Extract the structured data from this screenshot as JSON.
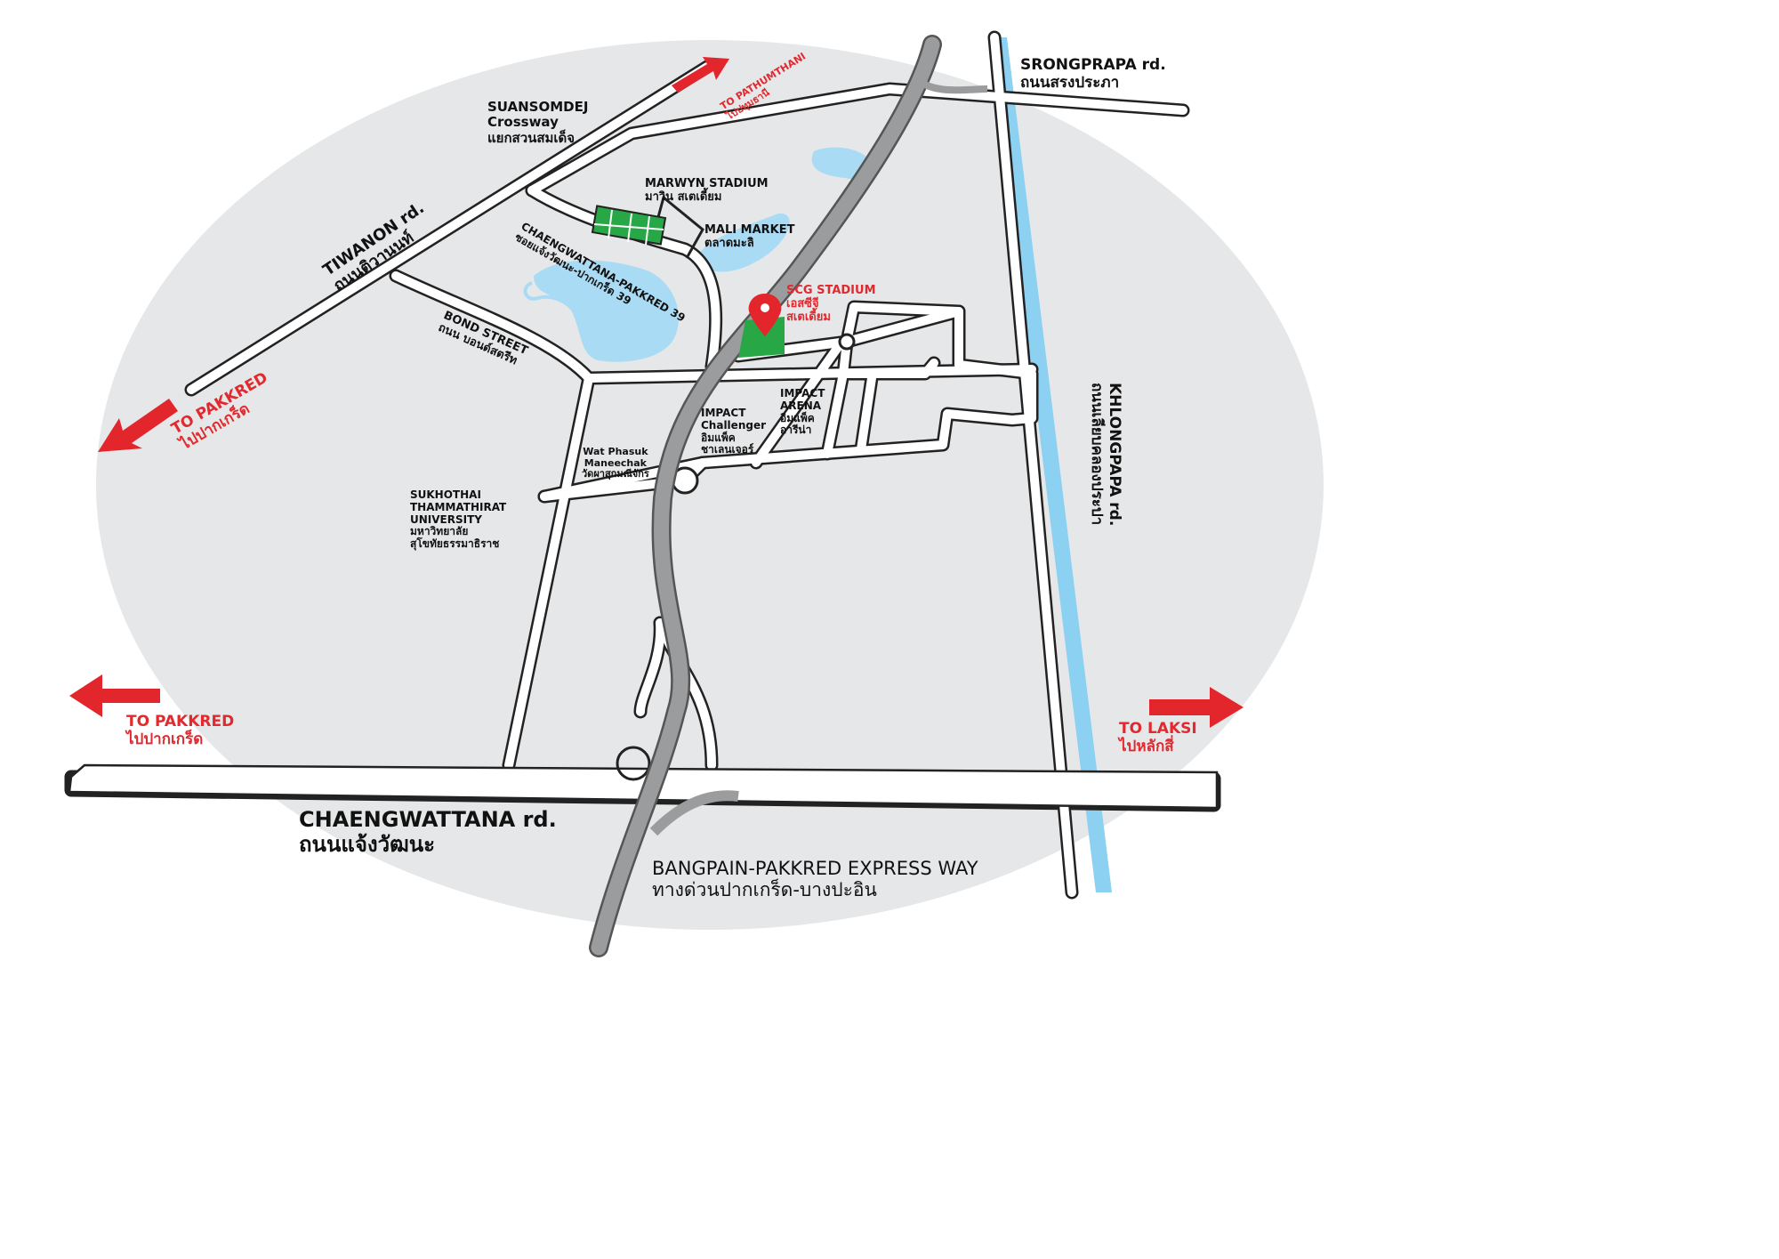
{
  "colors": {
    "background_ellipse": "#e6e7e8",
    "road_fill": "#ffffff",
    "road_outline": "#222222",
    "expressway": "#9b9c9e",
    "water": "#a9dcf4",
    "canal": "#8cd0f2",
    "field_green": "#27a745",
    "arrow_red": "#e3262b",
    "marker_red": "#e3262b"
  },
  "roads": {
    "chaengwattana_en": "CHAENGWATTANA rd.",
    "chaengwattana_th": "ถนนแจ้งวัฒนะ",
    "expressway_en": "BANGPAIN-PAKKRED EXPRESS WAY",
    "expressway_th": "ทางด่วนปากเกร็ด-บางปะอิน",
    "tiwanon_en": "TIWANON rd.",
    "tiwanon_th": "ถนนติวานนท์",
    "srongprapa_en": "SRONGPRAPA rd.",
    "srongprapa_th": "ถนนสรงประภา",
    "khlongprapa_en": "KHLONGPAPA rd.",
    "khlongprapa_th": "ถนนเลียบคลองประปา",
    "bond_en": "BOND STREET",
    "bond_th": "ถนน บอนด์สตรีท",
    "soi39_en": "CHAENGWATTANA-PAKKRED 39",
    "soi39_th": "ซอยแจ้งวัฒนะ-ปากเกร็ด 39"
  },
  "places": {
    "suansomdej_en1": "SUANSOMDEJ",
    "suansomdej_en2": "Crossway",
    "suansomdej_th": "แยกสวนสมเด็จ",
    "marwyn_en": "MARWYN STADIUM",
    "marwyn_th": "มาวิน สเตเดี้ยม",
    "mali_en": "MALI MARKET",
    "mali_th": "ตลาดมะลิ",
    "scg_en": "SCG STADIUM",
    "scg_th1": "เอสซีจี",
    "scg_th2": "สเตเดี้ยม",
    "impact_challenger_en1": "IMPACT",
    "impact_challenger_en2": "Challenger",
    "impact_challenger_th1": "อิมแพ็ค",
    "impact_challenger_th2": "ชาเลนเจอร์",
    "impact_arena_en1": "IMPACT",
    "impact_arena_en2": "ARENA",
    "impact_arena_th1": "อิมแพ็ค",
    "impact_arena_th2": "อารีน่า",
    "wat_en1": "Wat Phasuk",
    "wat_en2": "Maneechak",
    "wat_th": "วัดผาสุกมณีจักร",
    "stou_en1": "SUKHOTHAI",
    "stou_en2": "THAMMATHIRAT",
    "stou_en3": "UNIVERSITY",
    "stou_th1": "มหาวิทยาลัย",
    "stou_th2": "สุโขทัยธรรมาธิราช"
  },
  "directions": {
    "pathumthani_en": "TO PATHUMTHANI",
    "pathumthani_th": "ไปปทุมธานี",
    "pakkred_nw_en": "TO PAKKRED",
    "pakkred_nw_th": "ไปปากเกร็ด",
    "pakkred_w_en": "TO PAKKRED",
    "pakkred_w_th": "ไปปากเกร็ด",
    "laksi_en": "TO LAKSI",
    "laksi_th": "ไปหลักสี่"
  }
}
